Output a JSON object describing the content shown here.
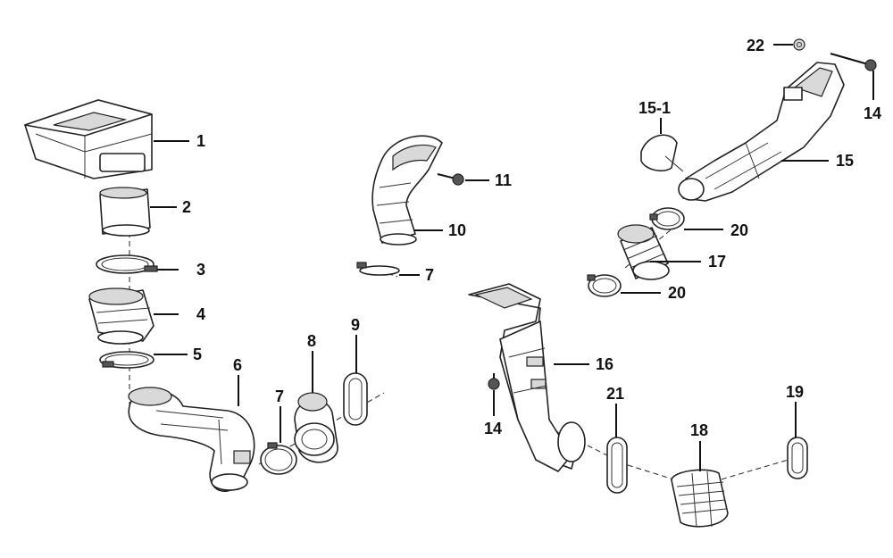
{
  "callouts": [
    {
      "id": "1",
      "label": "1"
    },
    {
      "id": "2",
      "label": "2"
    },
    {
      "id": "3",
      "label": "3"
    },
    {
      "id": "4",
      "label": "4"
    },
    {
      "id": "5",
      "label": "5"
    },
    {
      "id": "6",
      "label": "6"
    },
    {
      "id": "7a",
      "label": "7"
    },
    {
      "id": "8",
      "label": "8"
    },
    {
      "id": "9",
      "label": "9"
    },
    {
      "id": "10",
      "label": "10"
    },
    {
      "id": "11",
      "label": "11"
    },
    {
      "id": "7b",
      "label": "7"
    },
    {
      "id": "15-1",
      "label": "15-1"
    },
    {
      "id": "22",
      "label": "22"
    },
    {
      "id": "14a",
      "label": "14"
    },
    {
      "id": "15",
      "label": "15"
    },
    {
      "id": "20a",
      "label": "20"
    },
    {
      "id": "17",
      "label": "17"
    },
    {
      "id": "20b",
      "label": "20"
    },
    {
      "id": "16",
      "label": "16"
    },
    {
      "id": "14b",
      "label": "14"
    },
    {
      "id": "21",
      "label": "21"
    },
    {
      "id": "18",
      "label": "18"
    },
    {
      "id": "19",
      "label": "19"
    }
  ]
}
